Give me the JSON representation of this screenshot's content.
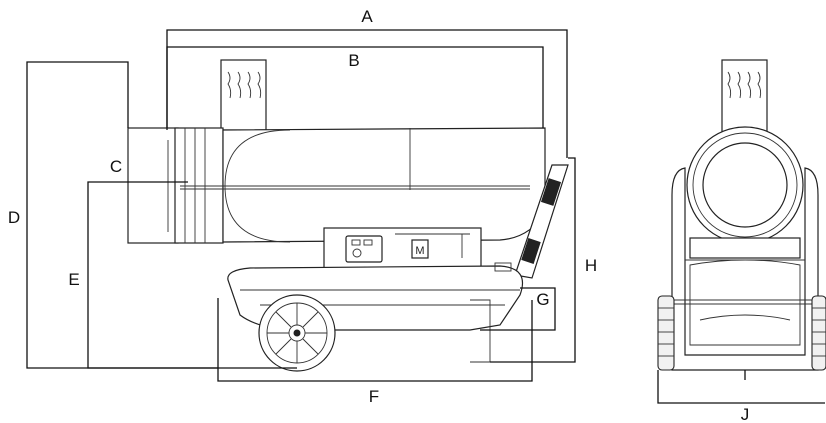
{
  "diagram": {
    "labels": {
      "A": "A",
      "B": "B",
      "C": "C",
      "D": "D",
      "E": "E",
      "F": "F",
      "G": "G",
      "H": "H",
      "J": "J"
    },
    "side_panel": {
      "badge": "M"
    }
  }
}
